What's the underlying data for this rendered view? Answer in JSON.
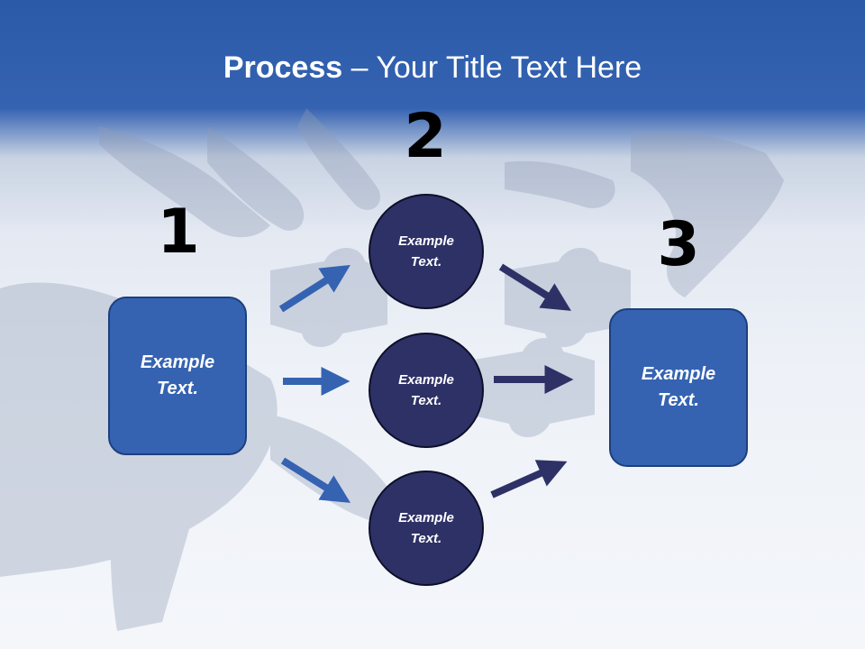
{
  "slide": {
    "title_bold": "Process",
    "title_rest": " – Your Title Text Here"
  },
  "steps": {
    "step1_number": "1",
    "step2_number": "2",
    "step3_number": "3"
  },
  "boxes": {
    "left_text": "Example Text.",
    "right_text": "Example Text."
  },
  "circles": {
    "top_text": "Example Text.",
    "middle_text": "Example Text.",
    "bottom_text": "Example Text."
  },
  "colors": {
    "header_blue": "#2a5aa8",
    "box_blue": "#3563b2",
    "circle_navy": "#2e3166",
    "arrow_left_blue": "#3563b2",
    "arrow_right_navy": "#2e3166"
  }
}
